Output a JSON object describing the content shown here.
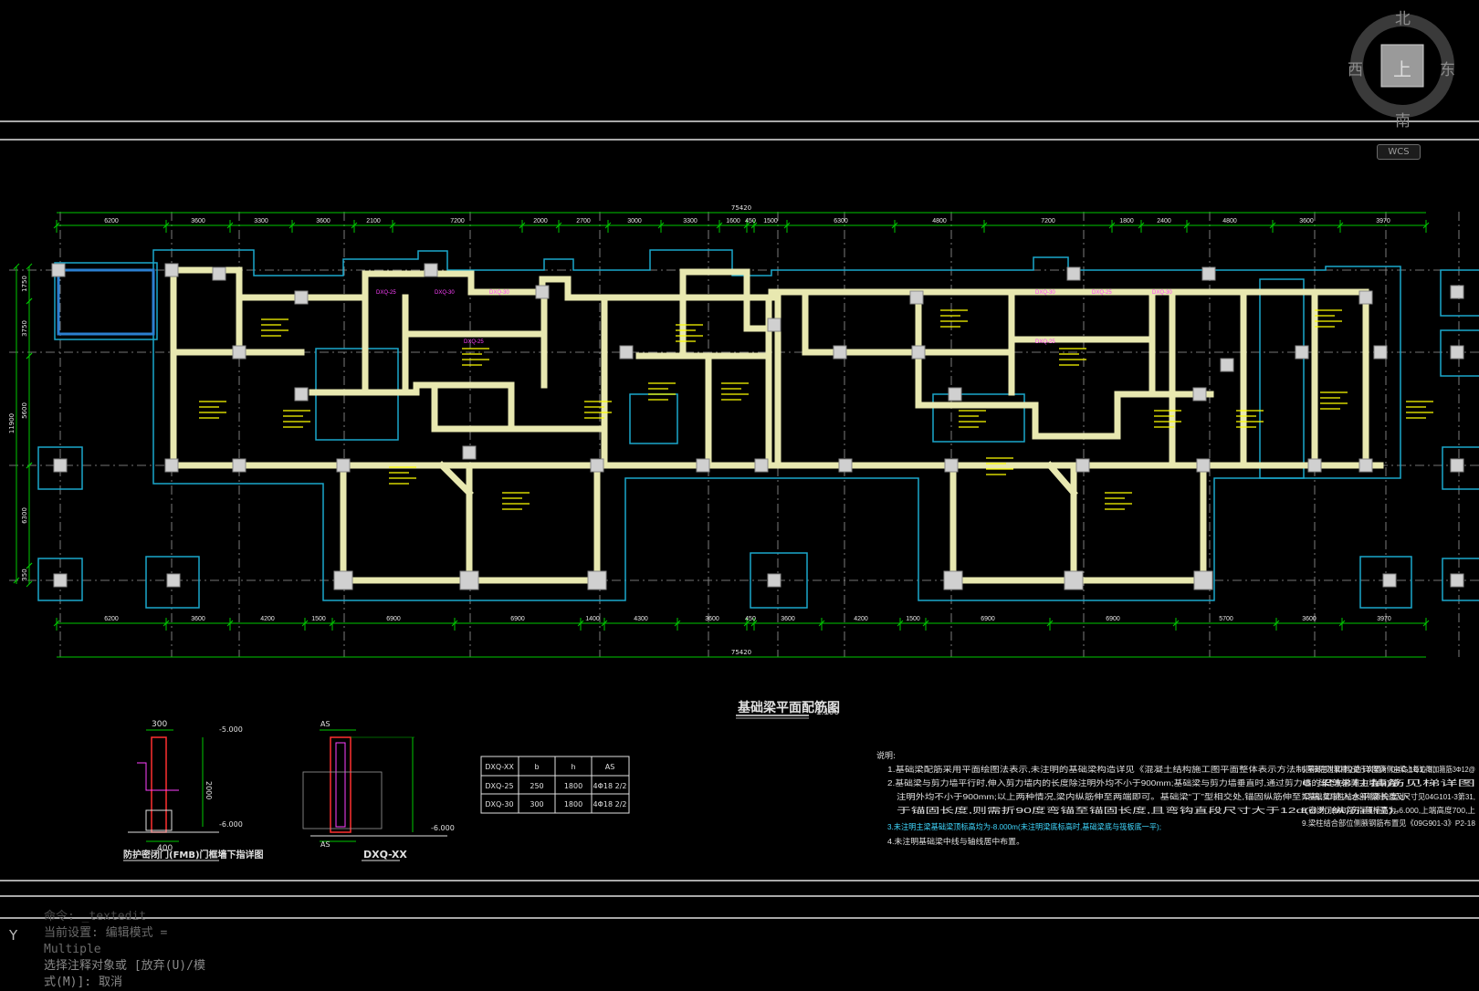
{
  "plan": {
    "title": "基础梁平面配筋图",
    "scale": "1:100",
    "total_width": "75420",
    "top_dims": [
      "6200",
      "3600",
      "3300",
      "3600",
      "2100",
      "7200",
      "2000",
      "2700",
      "3000",
      "3300",
      "1600",
      "450",
      "1500",
      "6300",
      "4800",
      "7200",
      "1800",
      "2400",
      "4800",
      "3600",
      "3970"
    ],
    "bottom_dims": [
      "6200",
      "3600",
      "4200",
      "1500",
      "6900",
      "6900",
      "1400",
      "4300",
      "3600",
      "450",
      "3600",
      "4200",
      "1500",
      "6900",
      "6900",
      "5700",
      "3600",
      "3970"
    ],
    "left_dims": [
      "1750",
      "3750",
      "11900",
      "5600",
      "6300",
      "350"
    ],
    "beam_labels": [
      "DXQ-25",
      "DXQ-30",
      "DXQ-30",
      "DXQ-25",
      "DXQ-30",
      "DXQ-25",
      "DXQ-30",
      "DXQ-25"
    ]
  },
  "details": {
    "fmb_title": "防护密闭门(FMB)门框墙下指详图",
    "fmb_top_dim": "300",
    "fmb_bottom_dim": "400",
    "fmb_side_dim": "2000",
    "fmb_elev_top": "-5.000",
    "fmb_elev_bottom": "-6.000",
    "dxq_title": "DXQ-XX",
    "dxq_dim_a": "AS",
    "dxq_elev": "-6.000"
  },
  "dxq_table": {
    "headers": [
      "DXQ-XX",
      "b",
      "h",
      "AS"
    ],
    "rows": [
      [
        "DXQ-25",
        "250",
        "1800",
        "4Φ18 2/2"
      ],
      [
        "DXQ-30",
        "300",
        "1800",
        "4Φ18 2/2"
      ]
    ]
  },
  "notes": {
    "heading": "说明:",
    "items": [
      "1.基础梁配筋采用平面绘图法表示,未注明的基础梁构造详见《混凝土结构施工图平面整体表示方法制图规则和构造详图》04G101-3;",
      "2.基础梁与剪力墙平行时,伸入剪力墙内的长度除注明外均不小于900mm;基础梁与剪力墙垂直时,通过剪力墙的长度(含剪力墙厚)除",
      "注明外均不小于900mm;以上两种情况,梁内纵筋伸至两端即可。基础梁“丁”型相交处,锚固纵筋伸至梁端,如箍入水平梁长度小",
      "于锚固长度,则需折90度弯锚至锚固长度,且弯钩直段尺寸大于12d(d为纵筋直径)。",
      "3.未注明主梁基础梁顶标高均为-8.000m(未注明梁底标高时,基础梁底与筏板底一平);",
      "4.未注明基础梁中线与轴线居中布置。"
    ],
    "items_right": [
      "5.基础主次梁相交处于次梁两侧主梁上每边附加箍筋3Φ12@",
      "6.梁梯柱抽筋见梯详图",
      "7.基础梁与柱结合部侧腋构造及尺寸见04G101-3第31,",
      "8.密闭门(MB)下指顶标高为-6.000,上端高度700,上",
      "9.梁柱结合部位侧腋钢筋布置见《09G901-3》P2-18"
    ]
  },
  "command_line": {
    "history": "命令: _textedit",
    "setting": "当前设置: 编辑模式 =",
    "mode": "Multiple",
    "prompt": "选择注释对象或 [放弃(U)/模",
    "prompt2": "式(M)]: 取消"
  },
  "viewcube": {
    "north": "北",
    "south": "南",
    "east": "东",
    "west": "西",
    "top": "上",
    "wcs": "WCS"
  },
  "colors": {
    "background": "#000000",
    "wall": "#e8e8b0",
    "foundation": "#1aa7cc",
    "dimension": "#00d000",
    "axis": "#cfcfcf",
    "rebar_text": "#ffff00",
    "beam_label": "#ff40ff",
    "red": "#ff3030"
  }
}
